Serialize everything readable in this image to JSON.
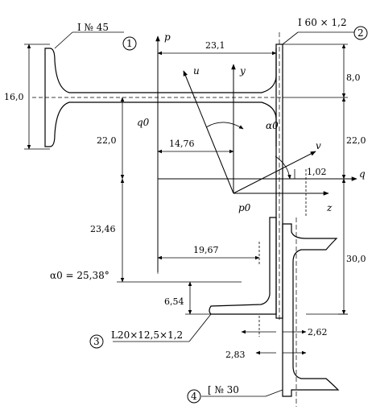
{
  "labels": {
    "beam_label": "I № 45",
    "plate_label": "I 60 × 1,2",
    "angle_label": "L20×12,5×1,2",
    "channel_label": "[ № 30",
    "alpha_label": "α0 = 25,38°",
    "callouts": [
      "1",
      "2",
      "3",
      "4"
    ]
  },
  "axes": {
    "p": "p",
    "u": "u",
    "y": "y",
    "v": "v",
    "q": "q",
    "z": "z",
    "p0": "p0",
    "q0": "q0",
    "alpha0": "α0"
  },
  "dimensions": {
    "d_23_1": "23,1",
    "d_16_0": "16,0",
    "d_8_0": "8,0",
    "d_22_0_left": "22,0",
    "d_22_0_right": "22,0",
    "d_14_76": "14,76",
    "d_1_02": "1,02",
    "d_23_46": "23,46",
    "d_19_67": "19,67",
    "d_30_0": "30,0",
    "d_6_54": "6,54",
    "d_2_62": "2,62",
    "d_2_83": "2,83"
  }
}
